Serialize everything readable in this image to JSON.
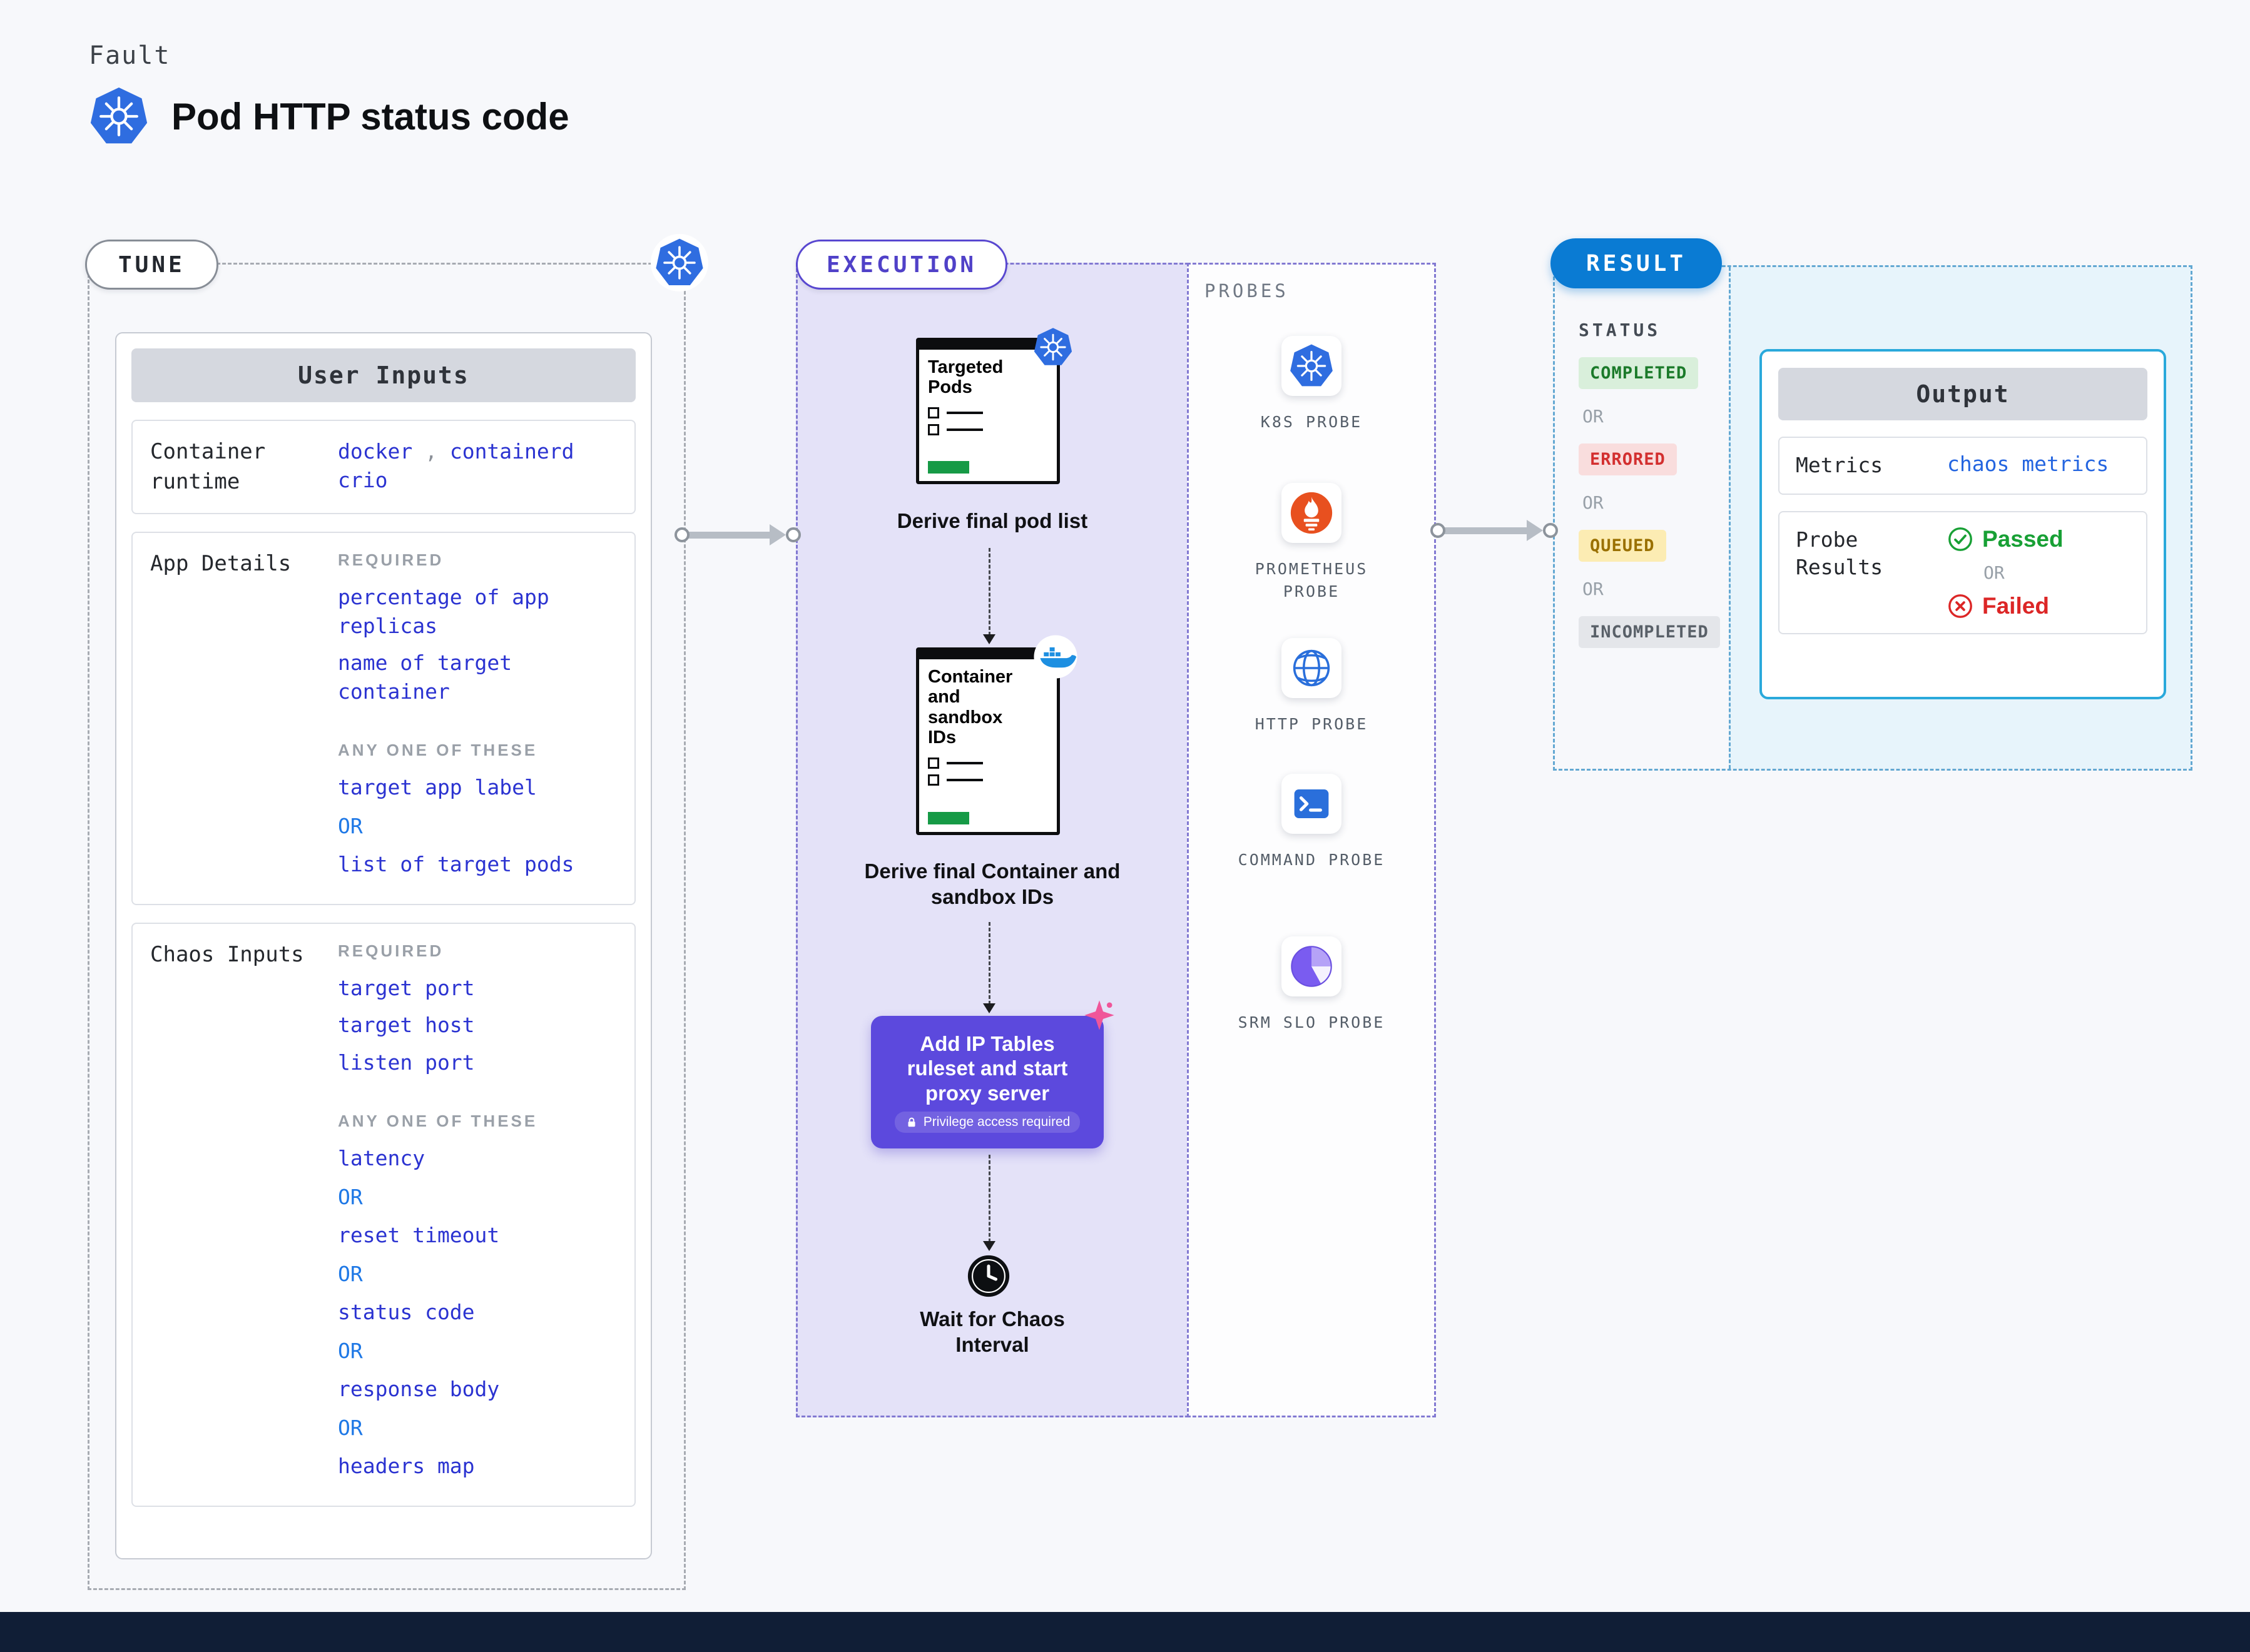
{
  "colors": {
    "kubernetes_blue": "#2f6de0",
    "execution_purple": "#5847d0",
    "action_purple": "#5c49dd",
    "result_blue": "#0a7bd3",
    "output_border_cyan": "#2aa9db",
    "value_blue": "#2b33d1",
    "or_blue": "#1e78e6",
    "passed_green": "#18a035",
    "failed_red": "#dc2626",
    "completed_badge": "#d9efdb",
    "errored_badge": "#f9dddd",
    "queued_badge": "#fcecb3",
    "incompleted_badge": "#e4e6ea",
    "prometheus_orange": "#e8501f"
  },
  "header": {
    "kicker": "Fault",
    "title": "Pod HTTP status code"
  },
  "tune": {
    "pill": "TUNE",
    "card_header": "User Inputs",
    "container_runtime": {
      "label": "Container runtime",
      "values": [
        "docker",
        "containerd",
        "crio"
      ],
      "separator": " , "
    },
    "app_details": {
      "label": "App Details",
      "required_label": "REQUIRED",
      "required_items": [
        "percentage of app replicas",
        "name of target container"
      ],
      "any_one_label": "ANY ONE OF THESE",
      "any_one_items": [
        "target app label",
        "list of target pods"
      ],
      "or_label": "OR"
    },
    "chaos_inputs": {
      "label": "Chaos Inputs",
      "required_label": "REQUIRED",
      "required_items": [
        "target port",
        "target host",
        "listen port"
      ],
      "any_one_label": "ANY ONE OF THESE",
      "any_one_items": [
        "latency",
        "reset timeout",
        "status code",
        "response body",
        "headers map"
      ],
      "or_label": "OR"
    }
  },
  "execution": {
    "pill": "EXECUTION",
    "step1": {
      "doc_title": "Targeted Pods",
      "caption": "Derive final pod list"
    },
    "step2": {
      "doc_title": "Container and sandbox IDs",
      "caption": "Derive final Container and sandbox IDs"
    },
    "step3": {
      "action": "Add IP Tables ruleset and start proxy server",
      "badge": "Privilege access required"
    },
    "step4": {
      "caption": "Wait for Chaos Interval"
    }
  },
  "probes": {
    "header": "PROBES",
    "items": [
      {
        "label": "K8S PROBE",
        "icon": "kubernetes-icon"
      },
      {
        "label": "PROMETHEUS PROBE",
        "icon": "prometheus-icon"
      },
      {
        "label": "HTTP PROBE",
        "icon": "globe-icon"
      },
      {
        "label": "COMMAND PROBE",
        "icon": "terminal-icon"
      },
      {
        "label": "SRM SLO PROBE",
        "icon": "pie-chart-icon"
      }
    ]
  },
  "result": {
    "pill": "RESULT",
    "status_header": "STATUS",
    "statuses": [
      "COMPLETED",
      "ERRORED",
      "QUEUED",
      "INCOMPLETED"
    ],
    "or_label": "OR",
    "output": {
      "header": "Output",
      "metrics_label": "Metrics",
      "metrics_value": "chaos metrics",
      "probe_results_label": "Probe Results",
      "passed": "Passed",
      "failed": "Failed",
      "or_label": "OR"
    }
  }
}
